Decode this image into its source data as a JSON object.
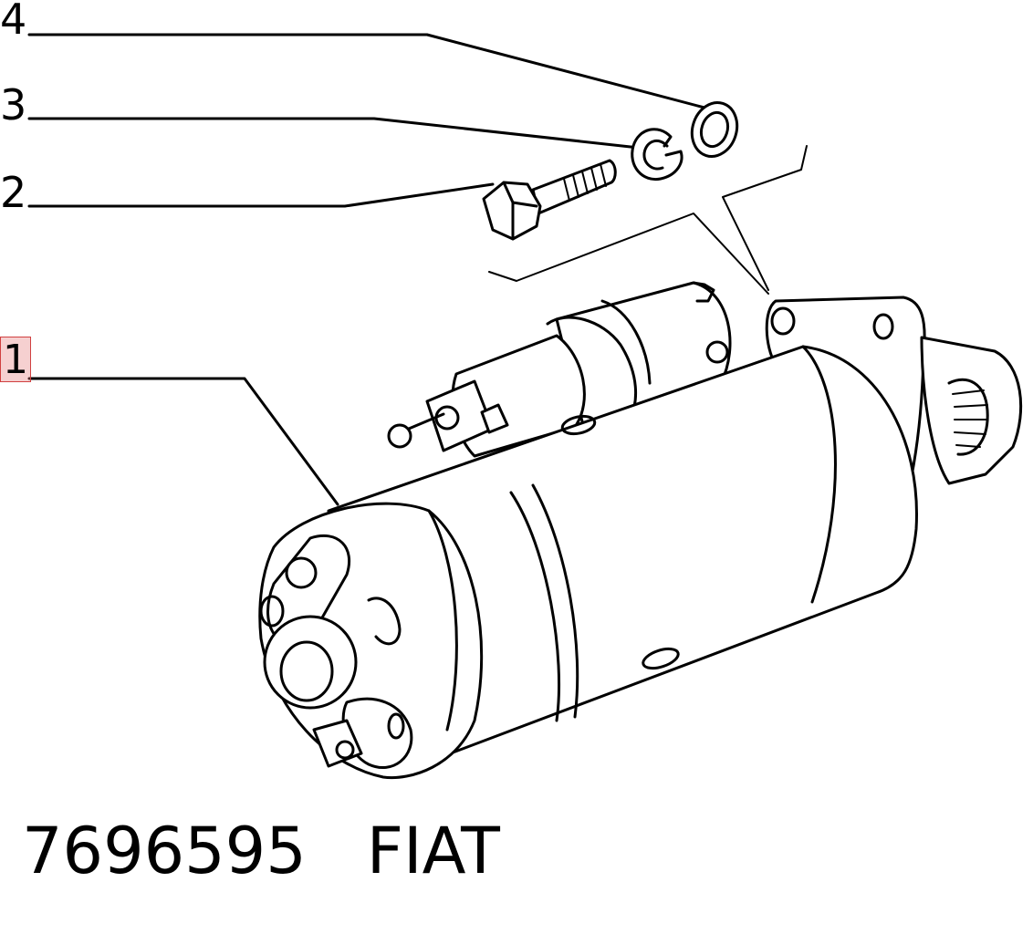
{
  "callouts": [
    {
      "label": "4"
    },
    {
      "label": "3"
    },
    {
      "label": "2"
    },
    {
      "label": "1"
    }
  ],
  "caption": {
    "part_number": "7696595",
    "brand": "FIAT"
  },
  "parts": [
    {
      "ref": "1",
      "icon": "starter-motor-icon"
    },
    {
      "ref": "2",
      "icon": "hex-bolt-icon"
    },
    {
      "ref": "3",
      "icon": "split-lock-washer-icon"
    },
    {
      "ref": "4",
      "icon": "flat-washer-icon"
    }
  ]
}
